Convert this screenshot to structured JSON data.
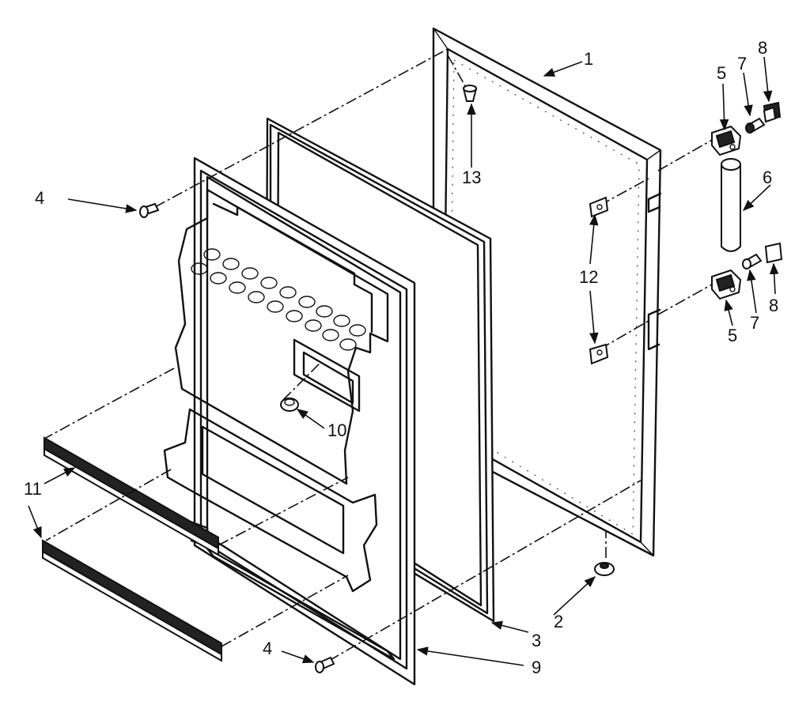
{
  "callouts": {
    "c1": "1",
    "c2": "2",
    "c3": "3",
    "c4a": "4",
    "c4b": "4",
    "c5a": "5",
    "c5b": "5",
    "c6": "6",
    "c7a": "7",
    "c7b": "7",
    "c8a": "8",
    "c8b": "8",
    "c9": "9",
    "c10": "10",
    "c11": "11",
    "c12": "12",
    "c13": "13"
  }
}
